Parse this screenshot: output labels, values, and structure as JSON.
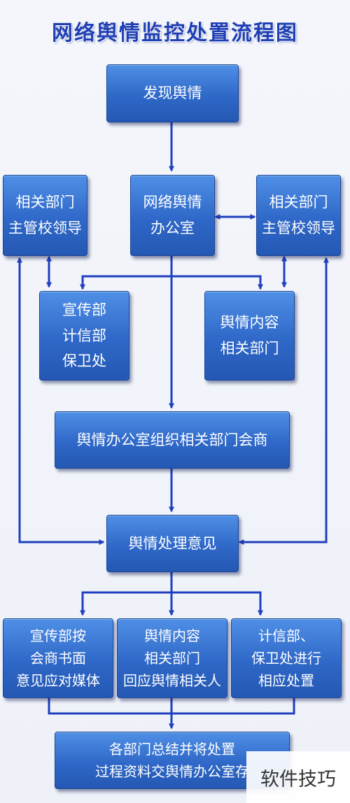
{
  "title": "网络舆情监控处置流程图",
  "nodes": {
    "discover": "发现舆情",
    "left_leaders": "相关部门\n主管校领导",
    "office": "网络舆情\n办公室",
    "right_leaders": "相关部门\n主管校领导",
    "propaganda_left": "宣传部\n计信部\n保卫处",
    "content_depts": "舆情内容\n相关部门",
    "consult": "舆情办公室组织相关部门会商",
    "opinion": "舆情处理意见",
    "reply_media": "宣传部按\n会商书面\n意见应对媒体",
    "reply_people": "舆情内容\n相关部门\n回应舆情相关人",
    "it_security": "计信部、\n保卫处进行\n相应处置",
    "summary": "各部门总结并将处置\n过程资料交舆情办公室存"
  },
  "watermark": "软件技巧",
  "colors": {
    "title": "#1f3fb4",
    "node_fill": "#2f68c8",
    "node_border": "#1c4796",
    "arrow": "#1f3fc0"
  }
}
